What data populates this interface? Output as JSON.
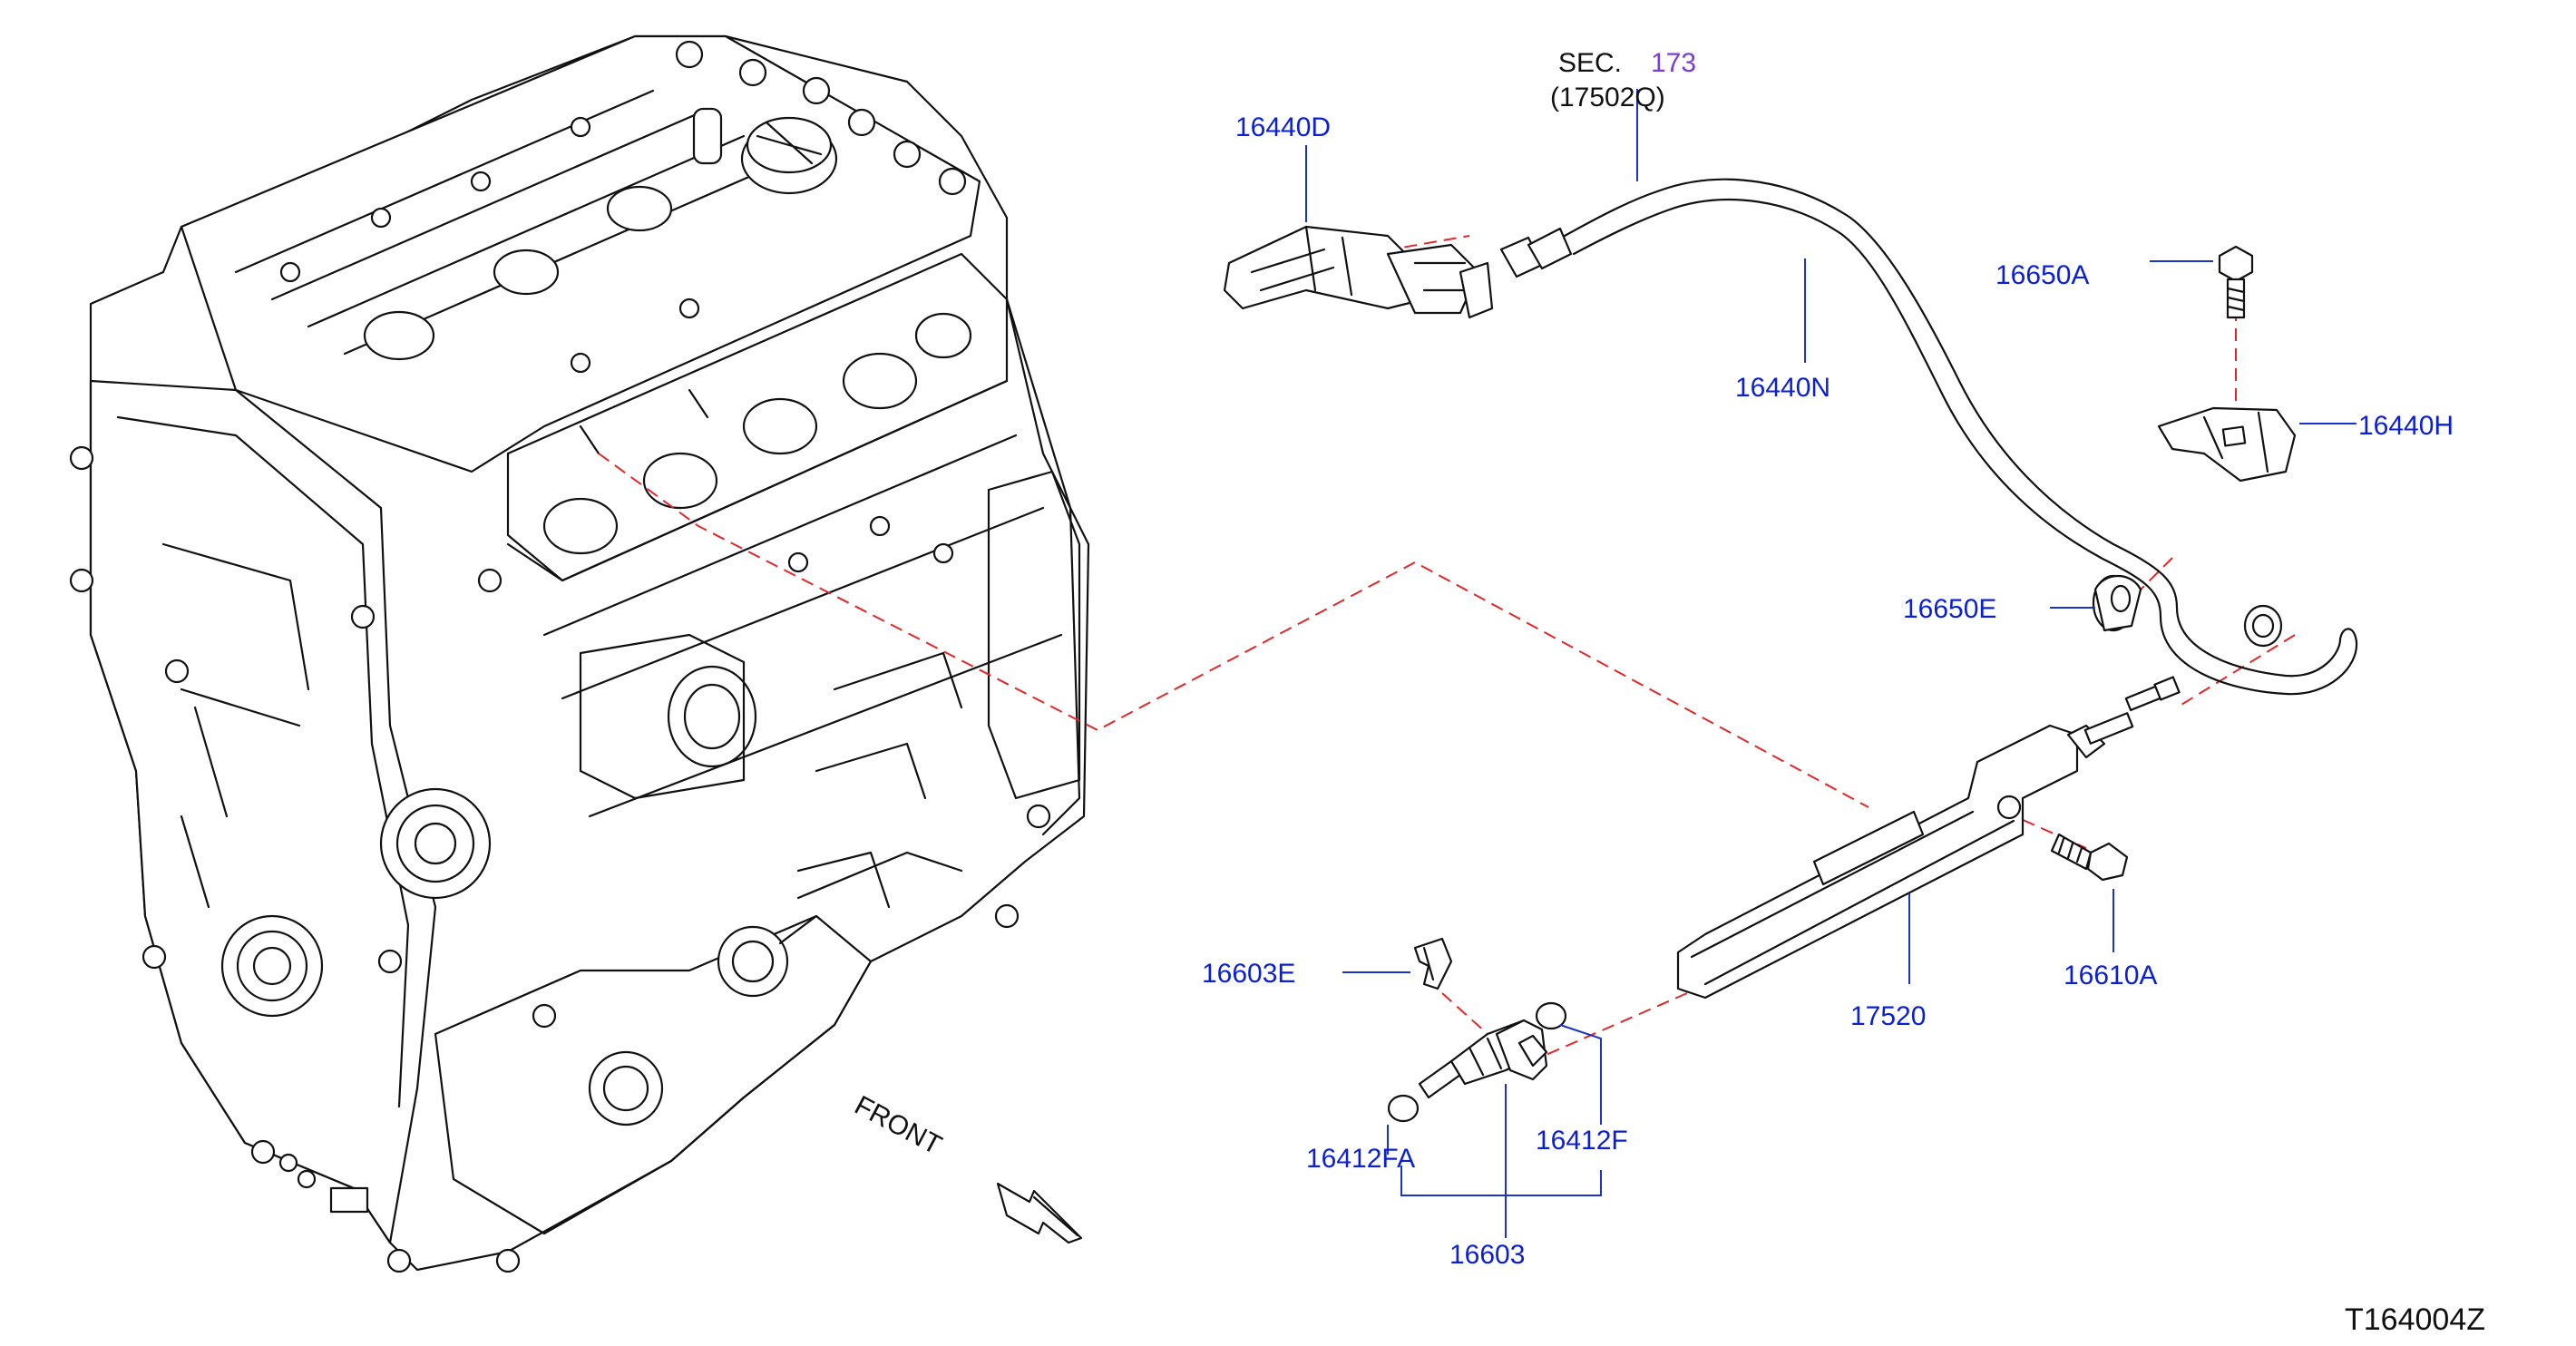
{
  "diagram": {
    "labels": {
      "sec": "SEC.",
      "sec_number": "173",
      "sec_part": "(17502Q)",
      "p16440D": "16440D",
      "p16440N": "16440N",
      "p16650A": "16650A",
      "p16440H": "16440H",
      "p16650E": "16650E",
      "p16610A": "16610A",
      "p17520": "17520",
      "p16603E": "16603E",
      "p16412FA": "16412FA",
      "p16412F": "16412F",
      "p16603": "16603",
      "front": "FRONT",
      "drawing_code": "T164004Z"
    },
    "colors": {
      "part_label": "#0b1fd4",
      "section_label": "#111111",
      "section_link": "#7a3bd6",
      "leader_line": "#1a33c9",
      "dashed_line": "#e0282a",
      "outline": "#111111"
    }
  }
}
